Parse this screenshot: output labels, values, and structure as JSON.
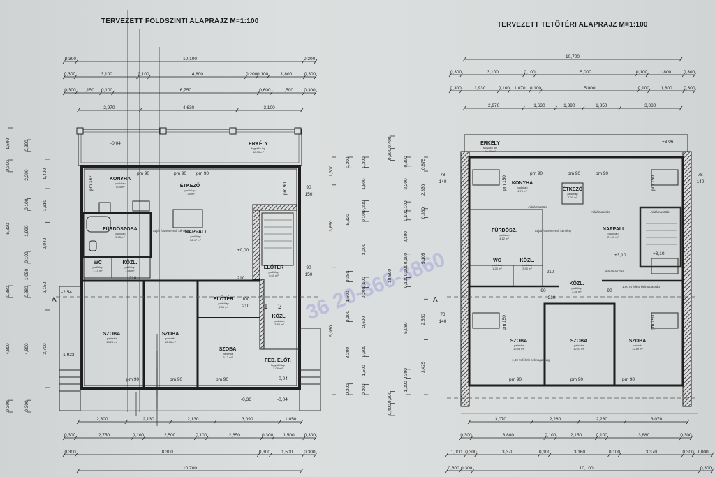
{
  "plans": [
    {
      "title": "TERVEZETT FÖLDSZINTI ALAPRAJZ M=1:100",
      "rooms": [
        {
          "name": "ERKÉLY",
          "floor": "fagyálló lap",
          "area": "18.05 m²"
        },
        {
          "name": "KONYHA",
          "floor": "padlólap",
          "area": "7.04 m²"
        },
        {
          "name": "ÉTKEZŐ",
          "floor": "padlólap",
          "area": "7.70 m²"
        },
        {
          "name": "NAPPALI",
          "floor": "padlólap",
          "area": "22.47 m²"
        },
        {
          "name": "FÜRDŐSZOBA",
          "floor": "padlólap",
          "area": "5.95 m²"
        },
        {
          "name": "WC",
          "floor": "padlólap",
          "area": "1.15 m²"
        },
        {
          "name": "KÖZL.",
          "floor": "padlólap",
          "area": "1.86 m²"
        },
        {
          "name": "ELŐTÉR",
          "floor": "padlólap",
          "area": "6.61 m²"
        },
        {
          "name": "ELŐTÉR",
          "floor": "padlólap",
          "area": "4.36 m²"
        },
        {
          "name": "KÖZL.",
          "floor": "padlólap",
          "area": "3.89 m²"
        },
        {
          "name": "SZOBA",
          "floor": "parketta",
          "area": "13.28 m²"
        },
        {
          "name": "SZOBA",
          "floor": "parketta",
          "area": "12.06 m²"
        },
        {
          "name": "SZOBA",
          "floor": "parketta",
          "area": "9.12 m²"
        },
        {
          "name": "FED. ELŐT.",
          "floor": "fagyálló lap",
          "area": "3.06 m²"
        }
      ],
      "dims_top": [
        [
          "0,300",
          "10,100",
          "0,300"
        ],
        [
          "0,300",
          "3,100",
          "0,100",
          "4,800",
          "0,200",
          "0,100",
          "1,800",
          "0,300"
        ],
        [
          "0,300",
          "1,150",
          "0,100",
          "6,750",
          "0,600",
          "1,500",
          "0,300"
        ],
        [
          "2,970",
          "4,630",
          "3,100"
        ]
      ],
      "dims_bottom": [
        [
          "2,300",
          "2,130",
          "2,130",
          "3,090",
          "1,050"
        ],
        [
          "0,300",
          "2,750",
          "0,100",
          "2,500",
          "0,100",
          "2,650",
          "0,300",
          "1,500",
          "0,300"
        ],
        [
          "0,300",
          "8,300",
          "0,300",
          "1,500",
          "0,300"
        ],
        [
          "10,700"
        ]
      ],
      "dims_left": [
        [
          "1,500",
          "0,300",
          "5,320",
          "0,380",
          "4,800",
          "0,300"
        ],
        [
          "0,300",
          "2,200",
          "0,100",
          "1,920",
          "0,100",
          "1,050",
          "0,380",
          "4,800",
          "0,300"
        ],
        [
          "1,400",
          "1,610",
          "2,040",
          "2,150",
          "3,700"
        ]
      ],
      "annotations": [
        "pm 90",
        "pm 90",
        "pm 90",
        "pm 90",
        "pm 167",
        "pm 90",
        "pm 90",
        "pm 90",
        "90",
        "150",
        "90",
        "150",
        "210",
        "210",
        "100",
        "210"
      ],
      "notes": [
        "Saját füstelvezető kémény"
      ],
      "levels": [
        "-0,04",
        "±0,00",
        "-2,54",
        "-1,923",
        "-0,36",
        "-0,04",
        "-0,04"
      ],
      "sections": [
        "A",
        "1",
        "2"
      ]
    },
    {
      "title": "TERVEZETT TETŐTÉRI ALAPRAJZ M=1:100",
      "rooms": [
        {
          "name": "ERKÉLY",
          "floor": "fagyálló lap",
          "area": "10.89 m²"
        },
        {
          "name": "KONYHA",
          "floor": "padlólap",
          "area": "4.75 m²"
        },
        {
          "name": "ÉTKEZŐ",
          "floor": "padlólap",
          "area": "7.00 m²"
        },
        {
          "name": "FÜRDŐSZ.",
          "floor": "padlólap",
          "area": "4.12 m²"
        },
        {
          "name": "NAPPALI",
          "floor": "padlólap",
          "area": "21.53 m²"
        },
        {
          "name": "WC",
          "floor": "padlólap",
          "area": "1.20 m²"
        },
        {
          "name": "KÖZL.",
          "floor": "padlólap",
          "area": "3.90 m²"
        },
        {
          "name": "KÖZL.",
          "floor": "padlólap",
          "area": "2.58 m²"
        },
        {
          "name": "SZOBA",
          "floor": "parketta",
          "area": "12.48 m²"
        },
        {
          "name": "SZOBA",
          "floor": "parketta",
          "area": "12.01 m²"
        },
        {
          "name": "SZOBA",
          "floor": "parketta",
          "area": "12.19 m²"
        }
      ],
      "dims_top": [
        [
          "10,700"
        ],
        [
          "0,300",
          "3,100",
          "0,100",
          "5,000",
          "0,100",
          "1,800",
          "0,300"
        ],
        [
          "0,300",
          "1,930",
          "0,100",
          "1,070",
          "0,100",
          "5,000",
          "0,100",
          "1,800",
          "0,300"
        ],
        [
          "2,970",
          "1,630",
          "1,390",
          "1,850",
          "3,080"
        ]
      ],
      "dims_bottom": [
        [
          "3,070",
          "2,280",
          "2,280",
          "3,070"
        ],
        [
          "0,300",
          "3,880",
          "0,100",
          "2,150",
          "0,100",
          "3,880",
          "0,300"
        ],
        [
          "1,000",
          "0,300",
          "3,370",
          "0,100",
          "3,160",
          "0,100",
          "3,370",
          "0,300",
          "1,000"
        ],
        [
          "0,600",
          "0,300",
          "10,100",
          "0,300"
        ]
      ],
      "annotations": [
        "pm 90",
        "pm 90",
        "pm 90",
        "pm 150",
        "pm 150",
        "pm 150",
        "pm 150",
        "pm 90",
        "pm 90",
        "pm 90",
        "78",
        "140",
        "78",
        "140",
        "78",
        "140",
        "210",
        "210",
        "90",
        "90"
      ],
      "notes": [
        "Alátámasztás",
        "Alátámasztás",
        "Alátámasztás",
        "Alátámasztás",
        "Saját füstelvezető kémény",
        "1,90 m feletti belmagasság",
        "1,90 m feletti belmagasság"
      ],
      "levels": [
        "+3,06",
        "+3,10",
        "+3,10"
      ],
      "sections": [
        "A"
      ]
    }
  ],
  "middle_dims": [
    [
      "1,300",
      "3,850",
      "5,950"
    ],
    [
      "0,300",
      "5,320",
      "0,380",
      "1,500",
      "0,100",
      "3,200",
      "0,300"
    ],
    [
      "0,300",
      "1,800",
      "0,200",
      "0,100",
      "3,000",
      "0,100",
      "0,200",
      "2,600",
      "0,300",
      "1,500",
      "0,300"
    ],
    [
      "0,400",
      "0,300",
      "10,500",
      "0,300",
      "0,400"
    ],
    [
      "0,300",
      "2,200",
      "0,100",
      "0,100",
      "2,100",
      "0,100",
      "0,900",
      "0,100",
      "5,080",
      "0,300",
      "1,000"
    ],
    [
      "0,875",
      "2,350",
      "0,380",
      "5,105",
      "2,550",
      "3,425"
    ]
  ],
  "watermark": "36 20-366-3860"
}
